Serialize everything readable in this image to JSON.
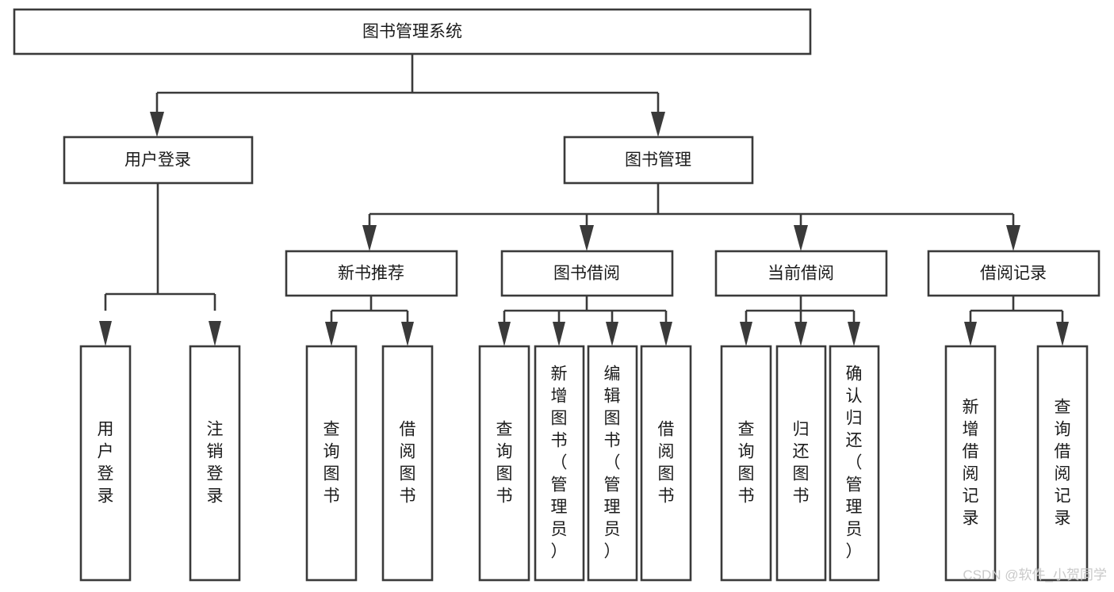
{
  "diagram": {
    "title": "图书管理系统",
    "type": "hierarchy-tree",
    "orientation": "top-down",
    "background_color": "#ffffff",
    "box_stroke_color": "#3a3a3a",
    "box_fill_color": "#ffffff",
    "text_color": "#1b1b1b",
    "levels": [
      {
        "level": 0,
        "nodes": [
          {
            "id": "root",
            "label": "图书管理系统",
            "text_orientation": "horizontal"
          }
        ]
      },
      {
        "level": 1,
        "nodes": [
          {
            "id": "login",
            "label": "用户登录",
            "text_orientation": "horizontal",
            "parent": "root"
          },
          {
            "id": "bookmgmt",
            "label": "图书管理",
            "text_orientation": "horizontal",
            "parent": "root"
          }
        ]
      },
      {
        "level": 2,
        "nodes": [
          {
            "id": "newbook",
            "label": "新书推荐",
            "text_orientation": "horizontal",
            "parent": "bookmgmt"
          },
          {
            "id": "borrow",
            "label": "图书借阅",
            "text_orientation": "horizontal",
            "parent": "bookmgmt"
          },
          {
            "id": "current",
            "label": "当前借阅",
            "text_orientation": "horizontal",
            "parent": "bookmgmt"
          },
          {
            "id": "records",
            "label": "借阅记录",
            "text_orientation": "horizontal",
            "parent": "bookmgmt"
          }
        ]
      },
      {
        "level": 3,
        "nodes": [
          {
            "id": "leaf-1",
            "label": "用户登录",
            "text_orientation": "vertical",
            "parent": "login"
          },
          {
            "id": "leaf-2",
            "label": "注销登录",
            "text_orientation": "vertical",
            "parent": "login"
          },
          {
            "id": "leaf-3",
            "label": "查询图书",
            "text_orientation": "vertical",
            "parent": "newbook"
          },
          {
            "id": "leaf-4",
            "label": "借阅图书",
            "text_orientation": "vertical",
            "parent": "newbook"
          },
          {
            "id": "leaf-5",
            "label": "查询图书",
            "text_orientation": "vertical",
            "parent": "borrow"
          },
          {
            "id": "leaf-6",
            "label": "新增图书（管理员）",
            "text_orientation": "vertical",
            "parent": "borrow"
          },
          {
            "id": "leaf-7",
            "label": "编辑图书（管理员）",
            "text_orientation": "vertical",
            "parent": "borrow"
          },
          {
            "id": "leaf-8",
            "label": "借阅图书",
            "text_orientation": "vertical",
            "parent": "borrow"
          },
          {
            "id": "leaf-9",
            "label": "查询图书",
            "text_orientation": "vertical",
            "parent": "current"
          },
          {
            "id": "leaf-10",
            "label": "归还图书",
            "text_orientation": "vertical",
            "parent": "current"
          },
          {
            "id": "leaf-11",
            "label": "确认归还（管理员）",
            "text_orientation": "vertical",
            "parent": "current"
          },
          {
            "id": "leaf-12",
            "label": "新增借阅记录",
            "text_orientation": "vertical",
            "parent": "records"
          },
          {
            "id": "leaf-13",
            "label": "查询借阅记录",
            "text_orientation": "vertical",
            "parent": "records"
          }
        ]
      }
    ]
  },
  "watermark": {
    "text": "CSDN @软件_小贺同学",
    "color": "#c9c9c9"
  }
}
